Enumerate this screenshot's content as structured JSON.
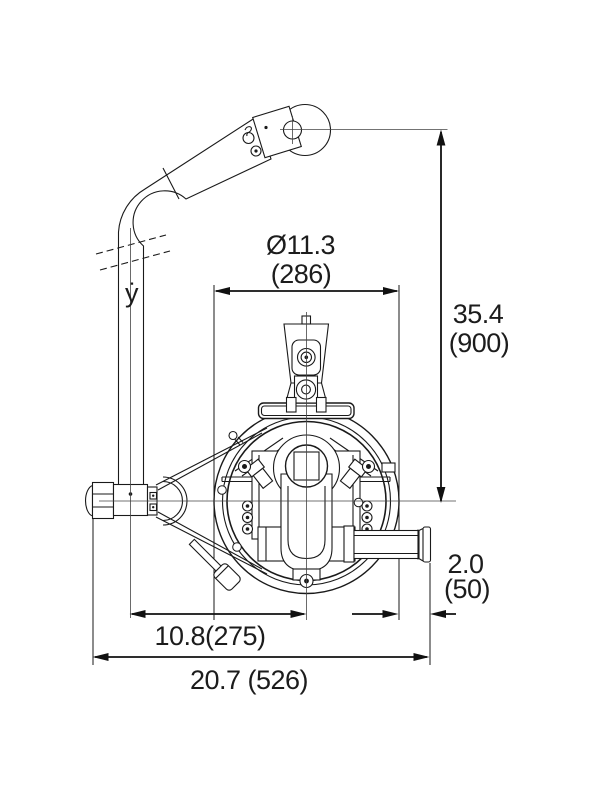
{
  "drawing": {
    "type": "technical-dimension-drawing",
    "background": "#ffffff",
    "line_color": "#1a1a1a",
    "labels": {
      "diameter_value": "Ø11.3",
      "diameter_mm": "(286)",
      "height_value": "35.4",
      "height_mm": "(900)",
      "offset_value": "2.0",
      "offset_mm": "(50)",
      "width_inner_value": "10.8(275)",
      "width_overall_value": "20.7 (526)",
      "axis_marker": "ẏ"
    }
  }
}
